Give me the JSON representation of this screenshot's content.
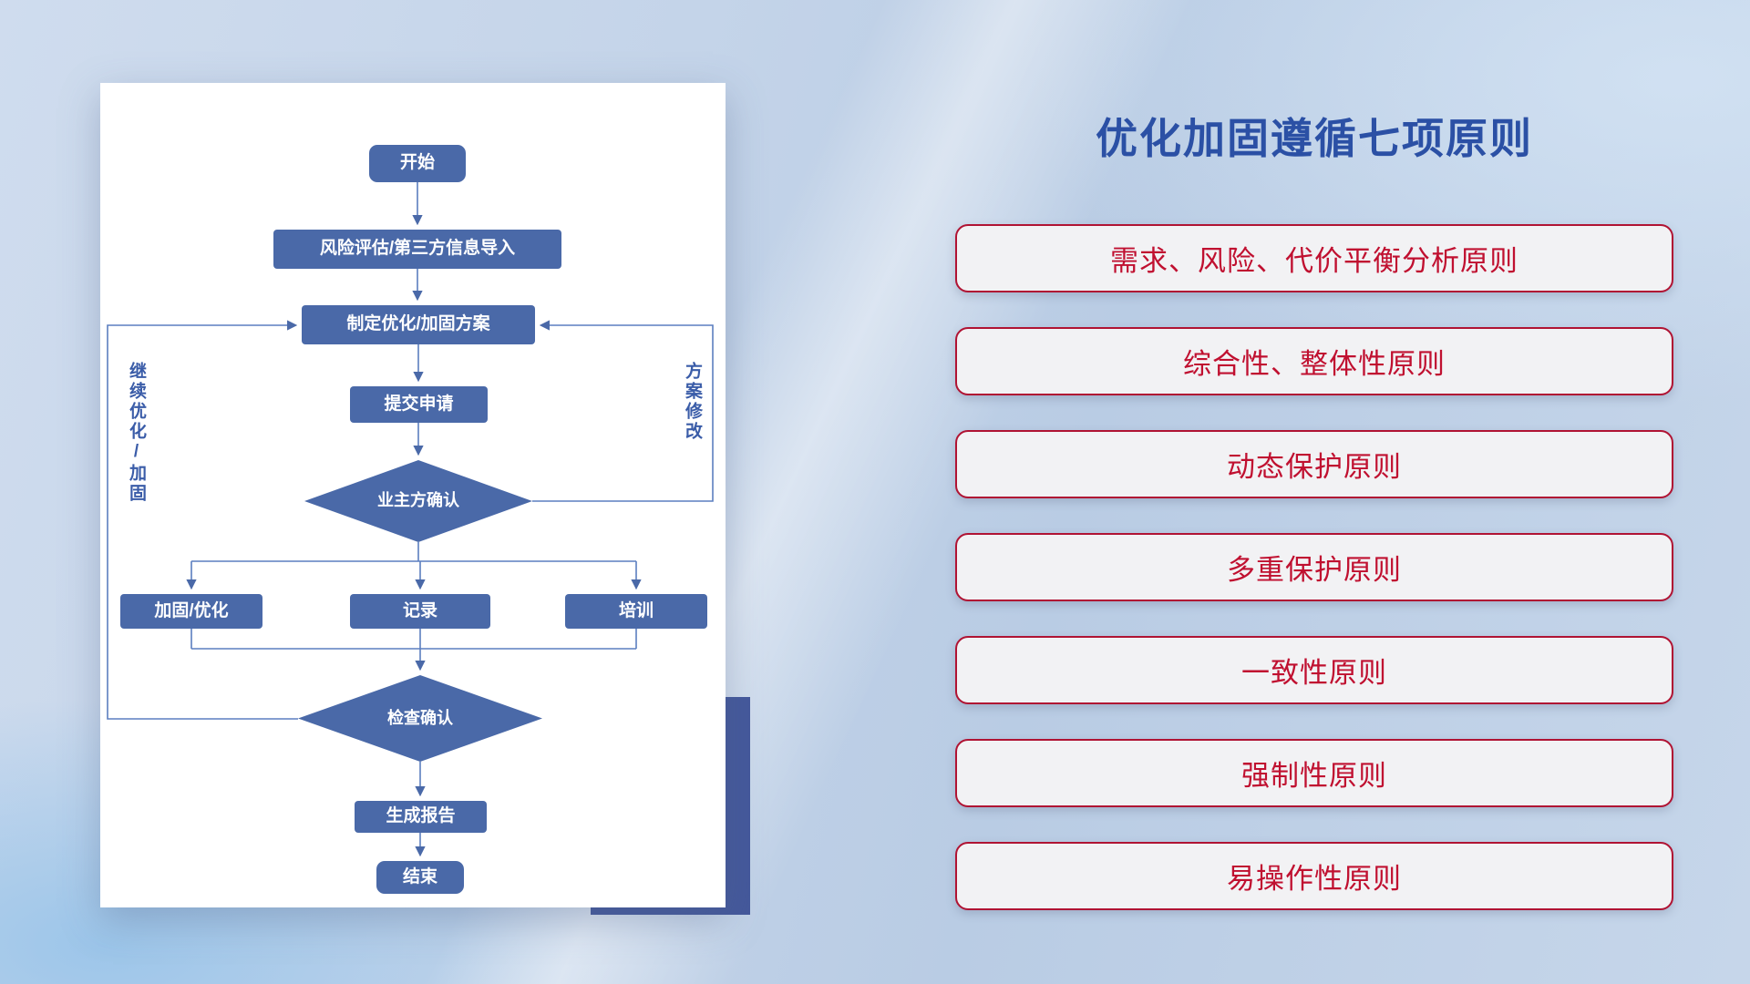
{
  "title": "优化加固遵循七项原则",
  "flowchart": {
    "nodes": {
      "start": "开始",
      "risk_import": "风险评估/第三方信息导入",
      "make_plan": "制定优化/加固方案",
      "submit_request": "提交申请",
      "owner_confirm": "业主方确认",
      "reinforce_optimize": "加固/优化",
      "record": "记录",
      "training": "培训",
      "check_confirm": "检查确认",
      "generate_report": "生成报告",
      "end": "结束"
    },
    "edge_labels": {
      "continue_loop": "继续优化/加固",
      "plan_revision": "方案修改"
    }
  },
  "principles": [
    "需求、风险、代价平衡分析原则",
    "综合性、整体性原则",
    "动态保护原则",
    "多重保护原则",
    "一致性原则",
    "强制性原则",
    "易操作性原则"
  ],
  "colors": {
    "node_fill": "#4a69a8",
    "connector": "#5b7fc0",
    "title_text": "#2b50a5",
    "principle_text": "#c01030",
    "principle_border": "#b01333",
    "principle_bg": "#f2f2f4"
  }
}
